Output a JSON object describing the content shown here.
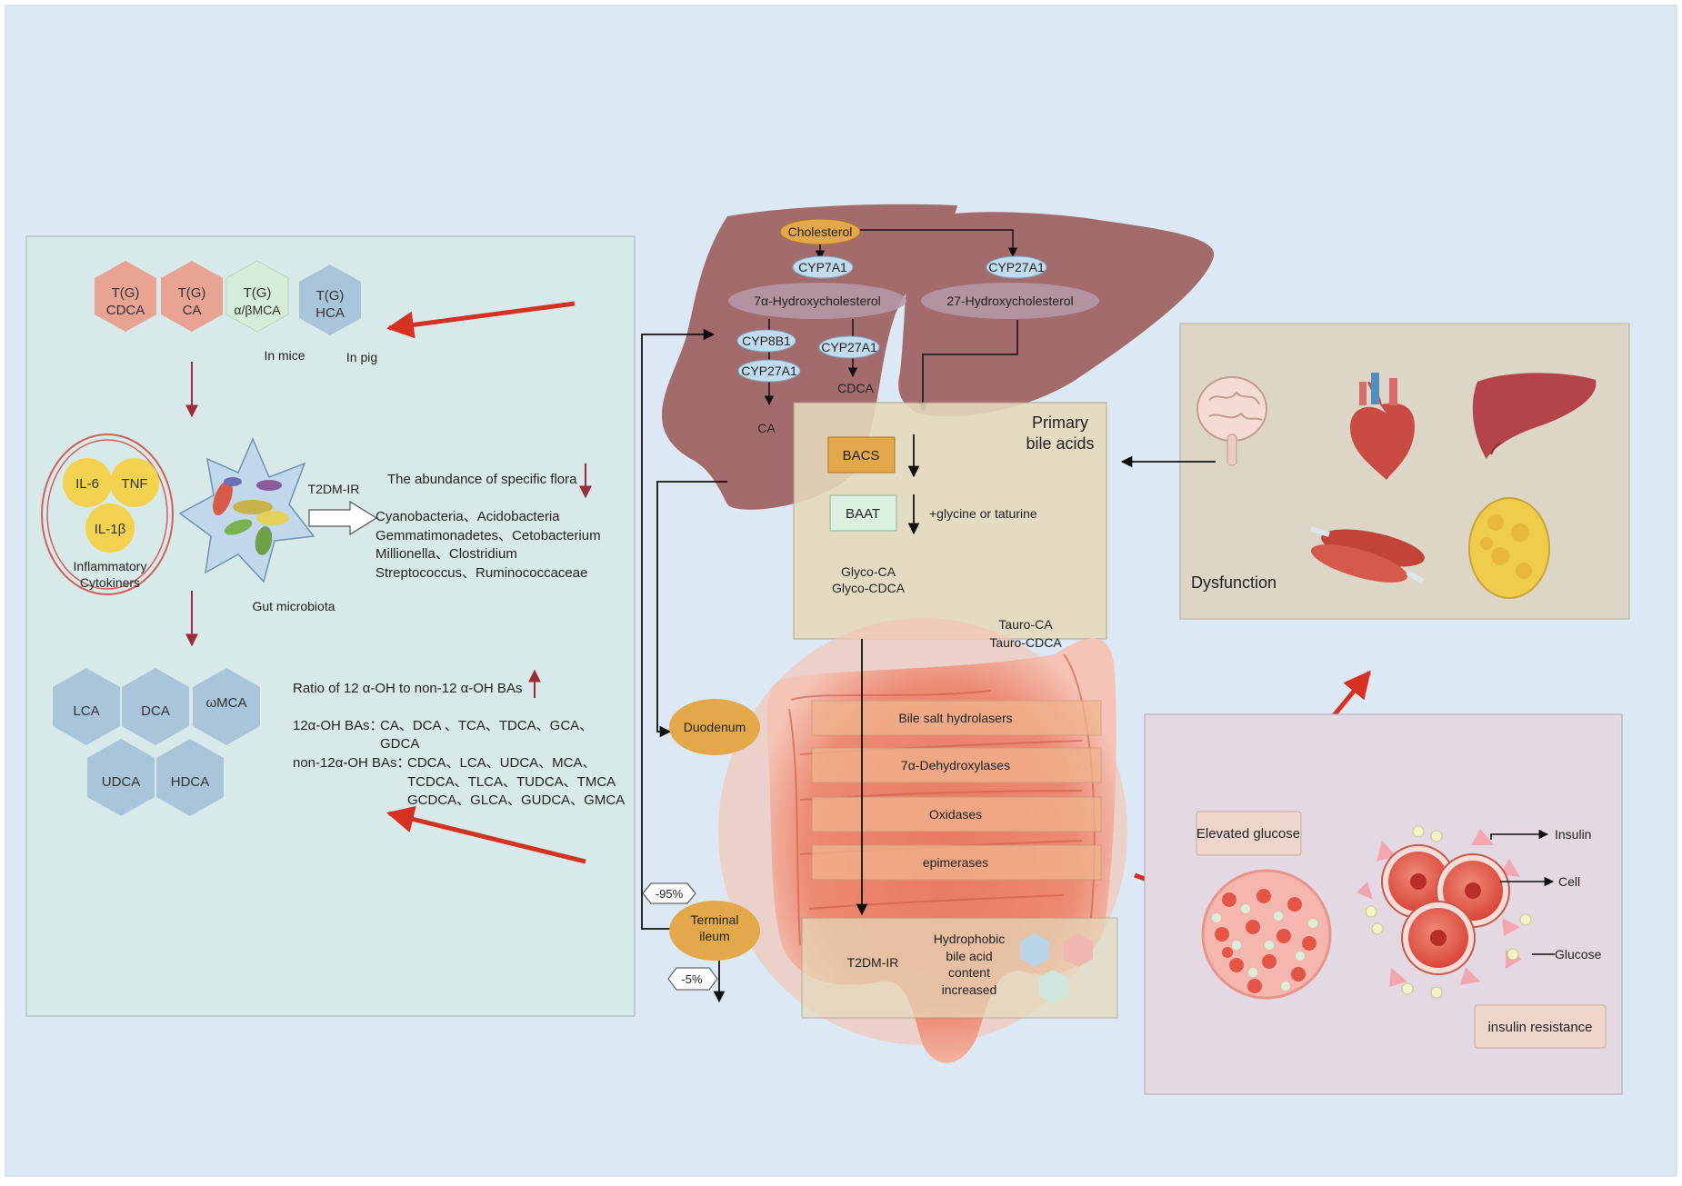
{
  "left_panel": {
    "hexes_top": [
      {
        "l1": "T(G)",
        "l2": "CDCA"
      },
      {
        "l1": "T(G)",
        "l2": "CA"
      },
      {
        "l1": "T(G)",
        "l2": "α/βMCA"
      },
      {
        "l1": "T(G)",
        "l2": "HCA"
      }
    ],
    "in_mice": "In mice",
    "in_pig": "In pig",
    "cytokines": [
      "IL-6",
      "TNF",
      "IL-1β"
    ],
    "cytokines_caption_1": "Inflammatory",
    "cytokines_caption_2": "Cytokiners",
    "gut_microbiota": "Gut microbiota",
    "t2dm_ir": "T2DM-IR",
    "flora_heading": "The abundance of specific flora",
    "flora_list": [
      "Cyanobacteria、Acidobacteria",
      "Gemmatimonadetes、Cetobacterium",
      "Millionella、Clostridium",
      "Streptococcus、Ruminococcaceae"
    ],
    "hexes_bottom": [
      "LCA",
      "DCA",
      "ωMCA",
      "UDCA",
      "HDCA"
    ],
    "ratio_heading": "Ratio of 12 α-OH to non-12 α-OH BAs",
    "oh12_label": "12α-OH BAs：",
    "oh12_values_1": "CA、DCA 、TCA、TDCA、GCA、",
    "oh12_values_2": "GDCA",
    "non12_label": "non-12α-OH BAs：",
    "non12_values_1": "CDCA、LCA、UDCA、MCA、",
    "non12_values_2": "TCDCA、TLCA、TUDCA、TMCA",
    "non12_values_3": "GCDCA、GLCA、GUDCA、GMCA"
  },
  "liver": {
    "cholesterol": "Cholesterol",
    "cyp7a1": "CYP7A1",
    "cyp27a1_top": "CYP27A1",
    "hydroxy7": "7α-Hydroxycholesterol",
    "hydroxy27": "27-Hydroxycholesterol",
    "cyp8b1": "CYP8B1",
    "cyp27a1_left": "CYP27A1",
    "cyp27a1_mid": "CYP27A1",
    "ca": "CA",
    "cdca": "CDCA"
  },
  "primary_box": {
    "title_1": "Primary",
    "title_2": "bile acids",
    "bacs": "BACS",
    "baat": "BAAT",
    "glycine": "+glycine or taturine",
    "glyco_ca": "Glyco-CA",
    "glyco_cdca": "Glyco-CDCA",
    "tauro_ca": "Tauro-CA",
    "tauro_cdca": "Tauro-CDCA"
  },
  "intestine": {
    "duodenum": "Duodenum",
    "terminal_1": "Terminal",
    "terminal_2": "ileum",
    "pct_95": "-95%",
    "pct_5": "-5%",
    "enzymes": [
      "Bile salt hydrolasers",
      "7α-Dehydroxylases",
      "Oxidases",
      "epimerases"
    ],
    "t2dm_ir": "T2DM-IR",
    "hydrophobic": [
      "Hydrophobic",
      "bile acid",
      "content",
      "increased"
    ]
  },
  "dysfunction": {
    "label": "Dysfunction"
  },
  "insulin_panel": {
    "elevated_glucose": "Elevated glucose",
    "insulin": "Insulin",
    "cell": "Cell",
    "glucose": "Glucose",
    "insulin_resistance": "insulin resistance"
  },
  "colors": {
    "background": "#dce8f3",
    "left_panel": "#d8e9ea",
    "liver": "#a46b6d",
    "primary_box": "#e6dabc",
    "dysfunction_box": "#ddd5c6",
    "insulin_box": "#e4d8e3",
    "red_arrow": "#d63224",
    "dark_red_arrow": "#9b2d3a",
    "orange_node": "#e3a849",
    "pink_hex": "#e8a395",
    "blue_hex": "#a9c5da",
    "green_hex": "#d5ecd9",
    "cytokine_yellow": "#f2d24f"
  }
}
